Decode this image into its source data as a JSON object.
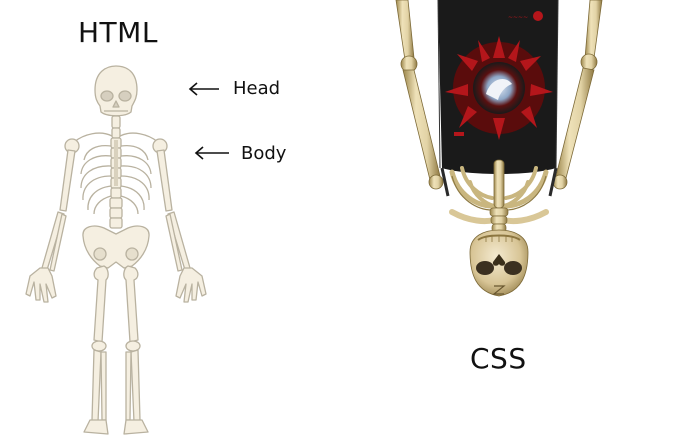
{
  "titles": {
    "left": "HTML",
    "right": "CSS"
  },
  "annotations": {
    "head": "Head",
    "body": "Body"
  },
  "icons": {
    "arrow": "left-arrow-icon"
  },
  "colors": {
    "bone_outline": "#b9b2a0",
    "bone_fill": "#f5efe1",
    "bone_3d": "#e2d3a6",
    "bone_shadow": "#a68f52",
    "shirt": "#1a1a1a",
    "shirt_print_red": "#b4161b"
  }
}
